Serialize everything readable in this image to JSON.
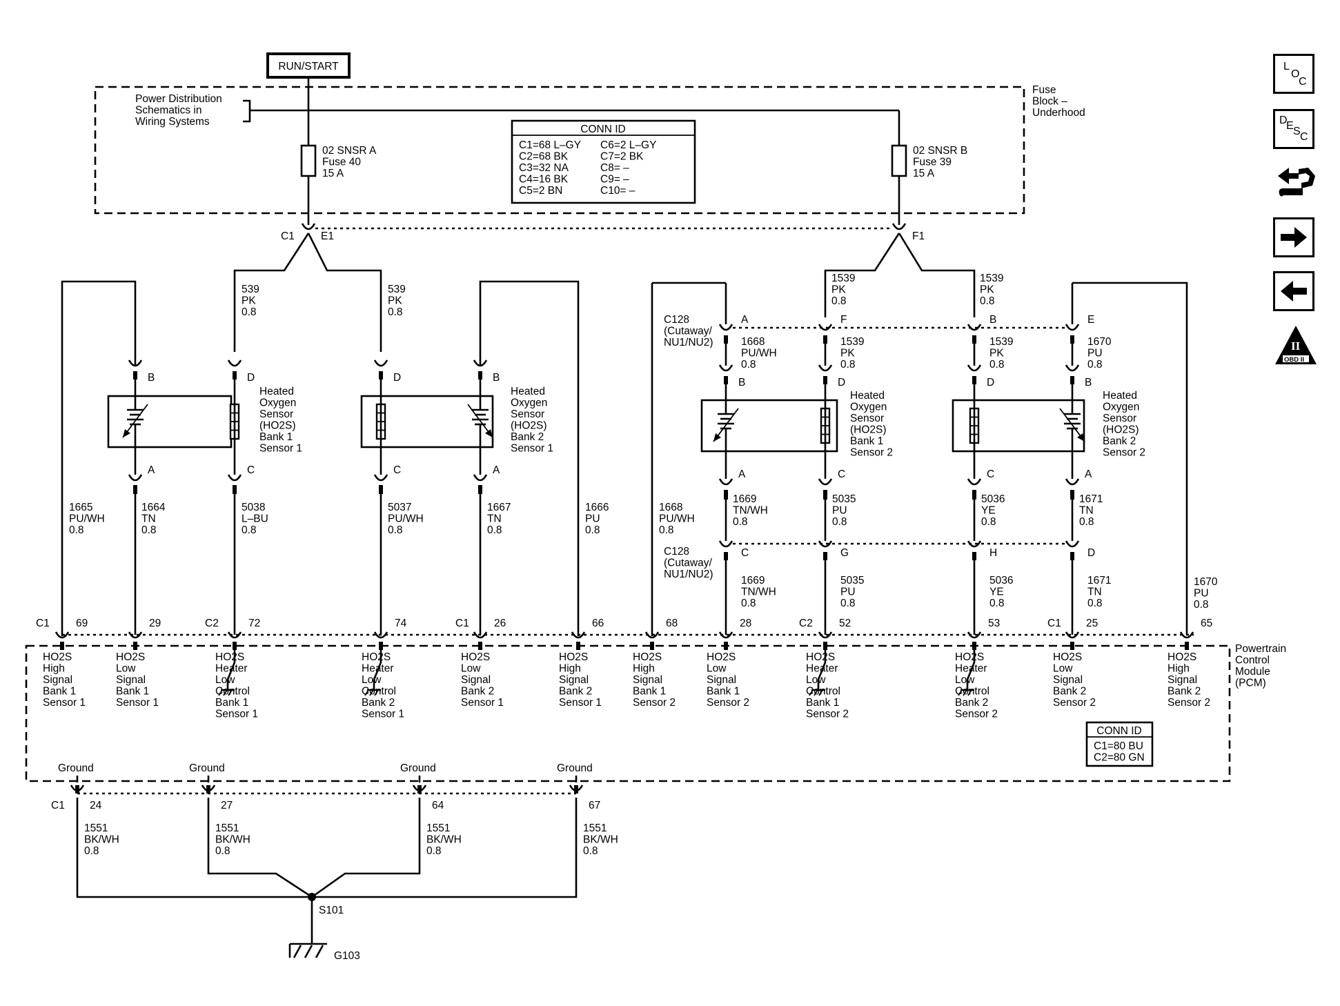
{
  "run_start": "RUN/START",
  "fuse_block": {
    "title_lines": [
      "Fuse",
      "Block –",
      "Underhood"
    ],
    "note_lines": [
      "Power Distribution",
      "Schematics in",
      "Wiring Systems"
    ],
    "fuse_a": [
      "02 SNSR A",
      "Fuse 40",
      "15 A"
    ],
    "fuse_b": [
      "02 SNSR B",
      "Fuse 39",
      "15 A"
    ]
  },
  "conn_id_fuse": {
    "title": "CONN ID",
    "left": [
      "C1=68 L–GY",
      "C2=68 BK",
      "C3=32 NA",
      "C4=16 BK",
      "C5=2 BN"
    ],
    "right": [
      "C6=2 L–GY",
      "C7=2 BK",
      "C8= –",
      "C9= –",
      "C10= –"
    ]
  },
  "fuse_connectors": {
    "c1": "C1",
    "e1": "E1",
    "f1": "F1"
  },
  "feed_wires": {
    "w539a": [
      "539",
      "PK",
      "0.8"
    ],
    "w539b": [
      "539",
      "PK",
      "0.8"
    ],
    "w1539a": [
      "1539",
      "PK",
      "0.8"
    ],
    "w1539b": [
      "1539",
      "PK",
      "0.8"
    ]
  },
  "c128_upper": {
    "label": [
      "C128",
      "(Cutaway/",
      "NU1/NU2)"
    ],
    "pins": [
      "A",
      "F",
      "B",
      "E"
    ],
    "wires": [
      [
        "1668",
        "PU/WH",
        "0.8"
      ],
      [
        "1539",
        "PK",
        "0.8"
      ],
      [
        "1539",
        "PK",
        "0.8"
      ],
      [
        "1670",
        "PU",
        "0.8"
      ]
    ]
  },
  "c128_lower": {
    "label": [
      "C128",
      "(Cutaway/",
      "NU1/NU2)"
    ],
    "pins": [
      "C",
      "G",
      "H",
      "D"
    ],
    "wires": [
      [
        "1669",
        "TN/WH",
        "0.8"
      ],
      [
        "5035",
        "PU",
        "0.8"
      ],
      [
        "5036",
        "YE",
        "0.8"
      ],
      [
        "1671",
        "TN",
        "0.8"
      ]
    ]
  },
  "sensors": [
    {
      "name": [
        "Heated",
        "Oxygen",
        "Sensor",
        "(HO2S)",
        "Bank 1",
        "Sensor 1"
      ],
      "top_pins": [
        "B",
        "D"
      ],
      "bottom_pins": [
        "A",
        "C"
      ]
    },
    {
      "name": [
        "Heated",
        "Oxygen",
        "Sensor",
        "(HO2S)",
        "Bank 2",
        "Sensor 1"
      ],
      "top_pins": [
        "D",
        "B"
      ],
      "bottom_pins": [
        "C",
        "A"
      ]
    },
    {
      "name": [
        "Heated",
        "Oxygen",
        "Sensor",
        "(HO2S)",
        "Bank 1",
        "Sensor 2"
      ],
      "top_pins": [
        "B",
        "D"
      ],
      "bottom_pins": [
        "A",
        "C"
      ]
    },
    {
      "name": [
        "Heated",
        "Oxygen",
        "Sensor",
        "(HO2S)",
        "Bank 2",
        "Sensor 2"
      ],
      "top_pins": [
        "D",
        "B"
      ],
      "bottom_pins": [
        "C",
        "A"
      ]
    }
  ],
  "signal_wires": [
    [
      "1665",
      "PU/WH",
      "0.8"
    ],
    [
      "1664",
      "TN",
      "0.8"
    ],
    [
      "5038",
      "L–BU",
      "0.8"
    ],
    [
      "5037",
      "PU/WH",
      "0.8"
    ],
    [
      "1667",
      "TN",
      "0.8"
    ],
    [
      "1666",
      "PU",
      "0.8"
    ],
    [
      "1668",
      "PU/WH",
      "0.8"
    ],
    [
      "1669",
      "TN/WH",
      "0.8"
    ],
    [
      "5035",
      "PU",
      "0.8"
    ],
    [
      "5036",
      "YE",
      "0.8"
    ],
    [
      "1671",
      "TN",
      "0.8"
    ],
    [
      "1670",
      "PU",
      "0.8"
    ]
  ],
  "pcm": {
    "title": [
      "Powertrain",
      "Control",
      "Module",
      "(PCM)"
    ],
    "pins": [
      "69",
      "29",
      "72",
      "74",
      "26",
      "66",
      "68",
      "28",
      "52",
      "53",
      "25",
      "65"
    ],
    "connectors": [
      "C1",
      "C2",
      "C1",
      "C2",
      "C1"
    ],
    "functions": [
      [
        "HO2S",
        "High",
        "Signal",
        "Bank 1",
        "Sensor 1"
      ],
      [
        "HO2S",
        "Low",
        "Signal",
        "Bank 1",
        "Sensor 1"
      ],
      [
        "HO2S",
        "Heater",
        "Low",
        "Control",
        "Bank 1",
        "Sensor 1"
      ],
      [
        "HO2S",
        "Heater",
        "Low",
        "Control",
        "Bank 2",
        "Sensor 1"
      ],
      [
        "HO2S",
        "Low",
        "Signal",
        "Bank 2",
        "Sensor 1"
      ],
      [
        "HO2S",
        "High",
        "Signal",
        "Bank 2",
        "Sensor 1"
      ],
      [
        "HO2S",
        "High",
        "Signal",
        "Bank 1",
        "Sensor 2"
      ],
      [
        "HO2S",
        "Low",
        "Signal",
        "Bank 1",
        "Sensor 2"
      ],
      [
        "HO2S",
        "Heater",
        "Low",
        "Control",
        "Bank 1",
        "Sensor 2"
      ],
      [
        "HO2S",
        "Heater",
        "Low",
        "Control",
        "Bank 2",
        "Sensor 2"
      ],
      [
        "HO2S",
        "Low",
        "Signal",
        "Bank 2",
        "Sensor 2"
      ],
      [
        "HO2S",
        "High",
        "Signal",
        "Bank 2",
        "Sensor 2"
      ]
    ],
    "conn_id": {
      "title": "CONN ID",
      "lines": [
        "C1=80 BU",
        "C2=80 GN"
      ]
    },
    "grounds": {
      "label": "Ground",
      "connector": "C1",
      "pins": [
        "24",
        "27",
        "64",
        "67"
      ],
      "wire": [
        "1551",
        "BK/WH",
        "0.8"
      ]
    }
  },
  "splice": "S101",
  "ground_point": "G103",
  "side_buttons": {
    "loc": [
      "L",
      "O",
      "C"
    ],
    "desc": [
      "D",
      "E",
      "S",
      "C"
    ],
    "obd": [
      "II",
      "OBD II"
    ]
  }
}
